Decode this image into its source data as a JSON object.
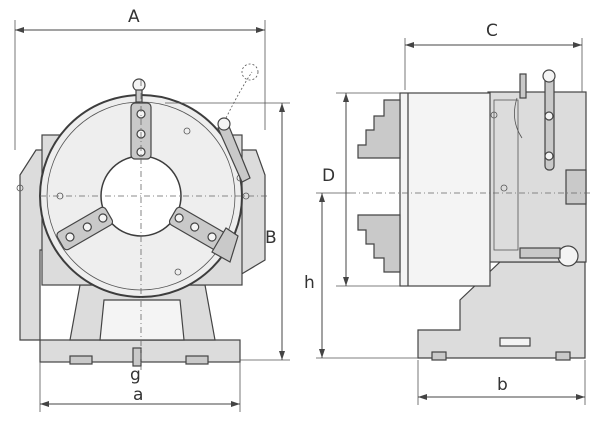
{
  "labels": {
    "A": "A",
    "B": "B",
    "C": "C",
    "D": "D",
    "h": "h",
    "g": "g",
    "a": "a",
    "b": "b"
  }
}
